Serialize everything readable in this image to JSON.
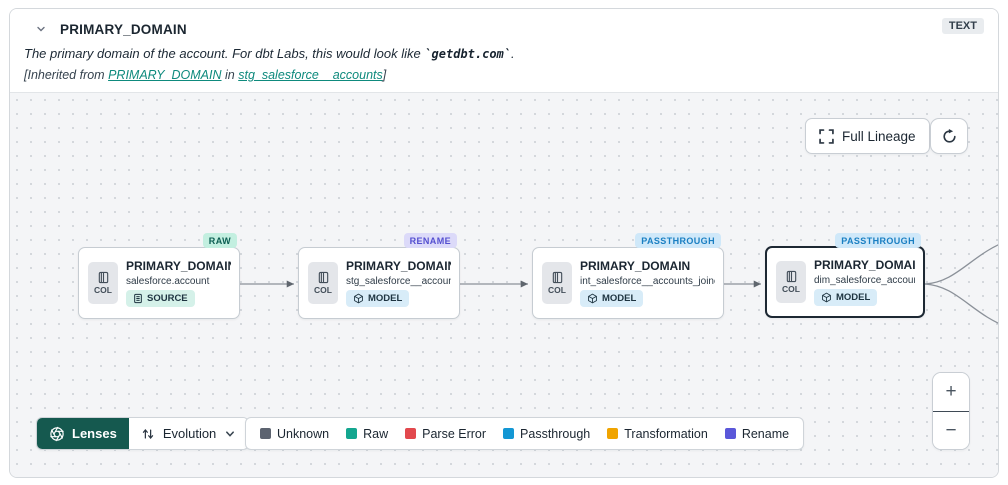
{
  "header": {
    "title": "PRIMARY_DOMAIN",
    "type_badge": "TEXT",
    "description": {
      "prefix": "The primary domain of the account. For dbt Labs, this would look like ",
      "code": "`getdbt.com`",
      "suffix": "."
    },
    "inherited": {
      "prefix": "[Inherited from ",
      "link_column": "PRIMARY_DOMAIN",
      "middle": " in ",
      "link_model": "stg_salesforce__accounts",
      "suffix": "]"
    }
  },
  "canvas": {
    "full_lineage_button": "Full Lineage",
    "nodes": [
      {
        "tag": "RAW",
        "col_label": "COL",
        "title": "PRIMARY_DOMAIN__C",
        "subtitle": "salesforce.account",
        "badge": "SOURCE"
      },
      {
        "tag": "RENAME",
        "col_label": "COL",
        "title": "PRIMARY_DOMAIN",
        "subtitle": "stg_salesforce__accounts",
        "badge": "MODEL"
      },
      {
        "tag": "PASSTHROUGH",
        "col_label": "COL",
        "title": "PRIMARY_DOMAIN",
        "subtitle": "int_salesforce__accounts_joined",
        "badge": "MODEL"
      },
      {
        "tag": "PASSTHROUGH",
        "col_label": "COL",
        "title": "PRIMARY_DOMAIN",
        "subtitle": "dim_salesforce_accounts",
        "badge": "MODEL"
      }
    ],
    "zoom_in": "+",
    "zoom_out": "−"
  },
  "footer": {
    "lenses_label": "Lenses",
    "lens_selected": "Evolution",
    "legend": {
      "items": [
        {
          "label": "Unknown",
          "color": "#5c6370"
        },
        {
          "label": "Raw",
          "color": "#14a68f"
        },
        {
          "label": "Parse Error",
          "color": "#e2484d"
        },
        {
          "label": "Passthrough",
          "color": "#1397d4"
        },
        {
          "label": "Transformation",
          "color": "#f0a400"
        },
        {
          "label": "Rename",
          "color": "#5a57d9"
        }
      ]
    }
  },
  "colors": {
    "accent_teal": "#0e8a7d",
    "lenses_bg": "#15594f",
    "selected_node_border": "#1d2833",
    "tag_raw_bg": "#c3efe0",
    "tag_rename_bg": "#dcdaf9",
    "tag_passthrough_bg": "#cfe8f9",
    "canvas_bg": "#f4f5f7"
  }
}
